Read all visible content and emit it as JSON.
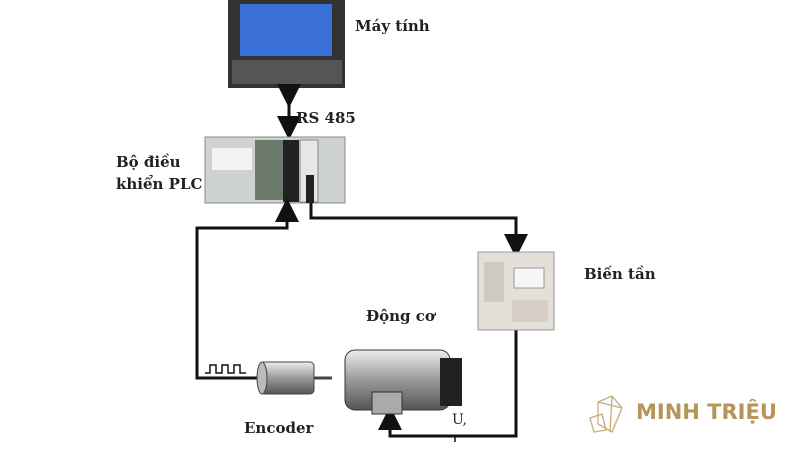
{
  "labels": {
    "computer": "Máy tính",
    "rs485": "RS 485",
    "plc_line1": "Bộ điều",
    "plc_line2": "khiển PLC",
    "inverter": "Biến tần",
    "motor": "Động cơ",
    "encoder": "Encoder",
    "voltage": "U,"
  },
  "brand": {
    "name": "MINH TRIỆU",
    "color": "#b5955a"
  }
}
